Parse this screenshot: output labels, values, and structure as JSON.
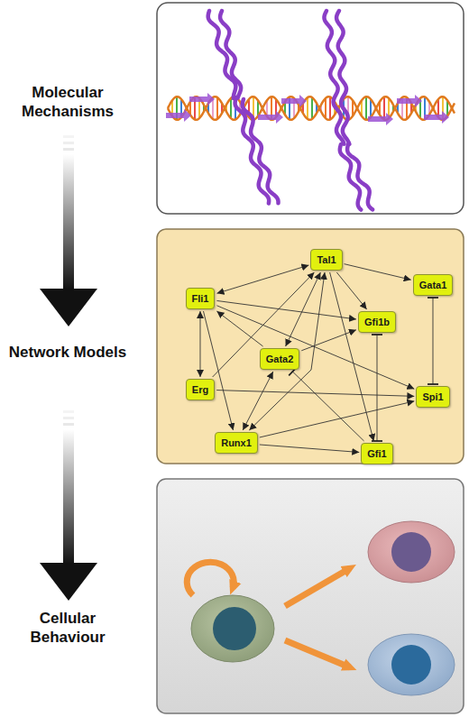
{
  "diagram": {
    "nodes": [
      {
        "text": [
          "Tal1"
        ]
      },
      {
        "text": [
          "Gata1"
        ]
      },
      {
        "text": [
          "Fli1"
        ]
      },
      {
        "text": [
          "Gfi1b"
        ]
      },
      {
        "text": [
          "Gata2"
        ]
      },
      {
        "text": [
          "Erg"
        ]
      },
      {
        "text": [
          "Spi1"
        ]
      },
      {
        "text": [
          "Runx1"
        ]
      },
      {
        "text": [
          "Gfi1"
        ]
      }
    ],
    "edges": [
      {
        "from": 0,
        "to": 1,
        "arrow": "to"
      },
      {
        "from": 0,
        "to": 2,
        "arrow": "both"
      },
      {
        "from": 0,
        "to": 4,
        "arrow": "both"
      },
      {
        "from": 0,
        "to": 3,
        "arrow": "to"
      },
      {
        "from": 0,
        "to": 7,
        "arrow": "both"
      },
      {
        "from": 0,
        "to": 8,
        "arrow": "to"
      },
      {
        "from": 2,
        "to": 5,
        "arrow": "both"
      },
      {
        "from": 2,
        "to": 3,
        "arrow": "to"
      },
      {
        "from": 2,
        "to": 6,
        "arrow": "to"
      },
      {
        "from": 2,
        "to": 7,
        "arrow": "to"
      },
      {
        "from": 4,
        "to": 3,
        "arrow": "to"
      },
      {
        "from": 4,
        "to": 2,
        "arrow": "to"
      },
      {
        "from": 5,
        "to": 6,
        "arrow": "to"
      },
      {
        "from": 5,
        "to": 0,
        "arrow": "to"
      },
      {
        "from": 7,
        "to": 4,
        "arrow": "both"
      },
      {
        "from": 7,
        "to": 8,
        "arrow": "to"
      },
      {
        "from": 7,
        "to": 6,
        "arrow": "to"
      },
      {
        "from": 1,
        "to": 6,
        "arrow": "both"
      },
      {
        "from": 3,
        "to": 8,
        "arrow": "both"
      },
      {
        "from": 8,
        "to": 4,
        "arrow": "to"
      }
    ],
    "labels": [
      "Molecular Mechanisms",
      "Network Models",
      "Cellular Behaviour"
    ]
  }
}
